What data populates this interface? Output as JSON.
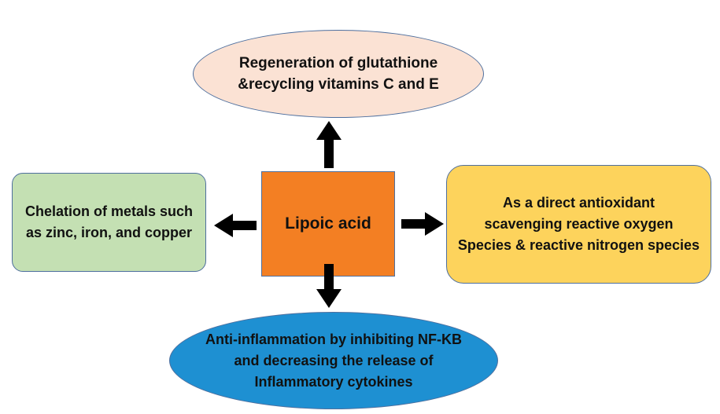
{
  "center": {
    "label": "Lipoic acid"
  },
  "top": {
    "text": "Regeneration of glutathione\n&recycling vitamins C and E"
  },
  "left": {
    "text": "Chelation of metals such\nas zinc, iron, and copper"
  },
  "right": {
    "text": "As a direct antioxidant\nscavenging reactive oxygen\nSpecies & reactive nitrogen species"
  },
  "bottom": {
    "text": "Anti-inflammation by inhibiting NF-KB\nand decreasing the release of\nInflammatory cytokines"
  },
  "colors": {
    "center_fill": "#f37f23",
    "top_fill": "#fbe2d4",
    "left_fill": "#c4e0b3",
    "right_fill": "#fdd35c",
    "bottom_fill": "#1e90d2",
    "outline": "#4e6f9e",
    "arrow": "#000000"
  }
}
